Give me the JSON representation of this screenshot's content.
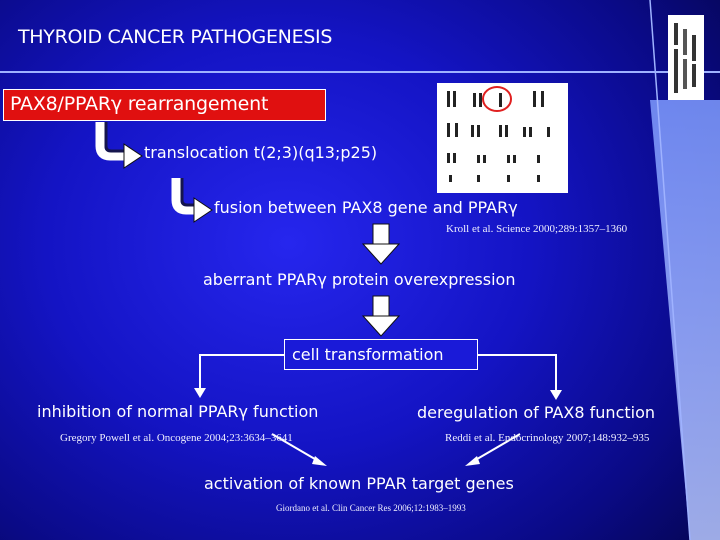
{
  "slide": {
    "title": "THYROID CANCER PATHOGENESIS",
    "rearrangement": "PAX8/PPARγ rearrangement",
    "translocation": "translocation t(2;3)(q13;p25)",
    "fusion": "fusion between PAX8 gene and PPARγ",
    "fusion_ref": "Kroll et al. Science 2000;289:1357–1360",
    "overexpression": "aberrant PPARγ protein overexpression",
    "transformation": "cell transformation",
    "left_branch": "inhibition of normal PPARγ function",
    "left_ref": "Gregory Powell et al. Oncogene 2004;23:3634–3641",
    "right_branch": "deregulation of PAX8 function",
    "right_ref": "Reddi et al. Endocrinology 2007;148:932–935",
    "activation": "activation of known PPAR target genes",
    "activation_ref": "Giordano et al. Clin Cancer Res 2006;12:1983–1993"
  },
  "colors": {
    "background": "#1616cc",
    "highlight_box": "#e01010",
    "accent_line": "#8fa8ff"
  }
}
